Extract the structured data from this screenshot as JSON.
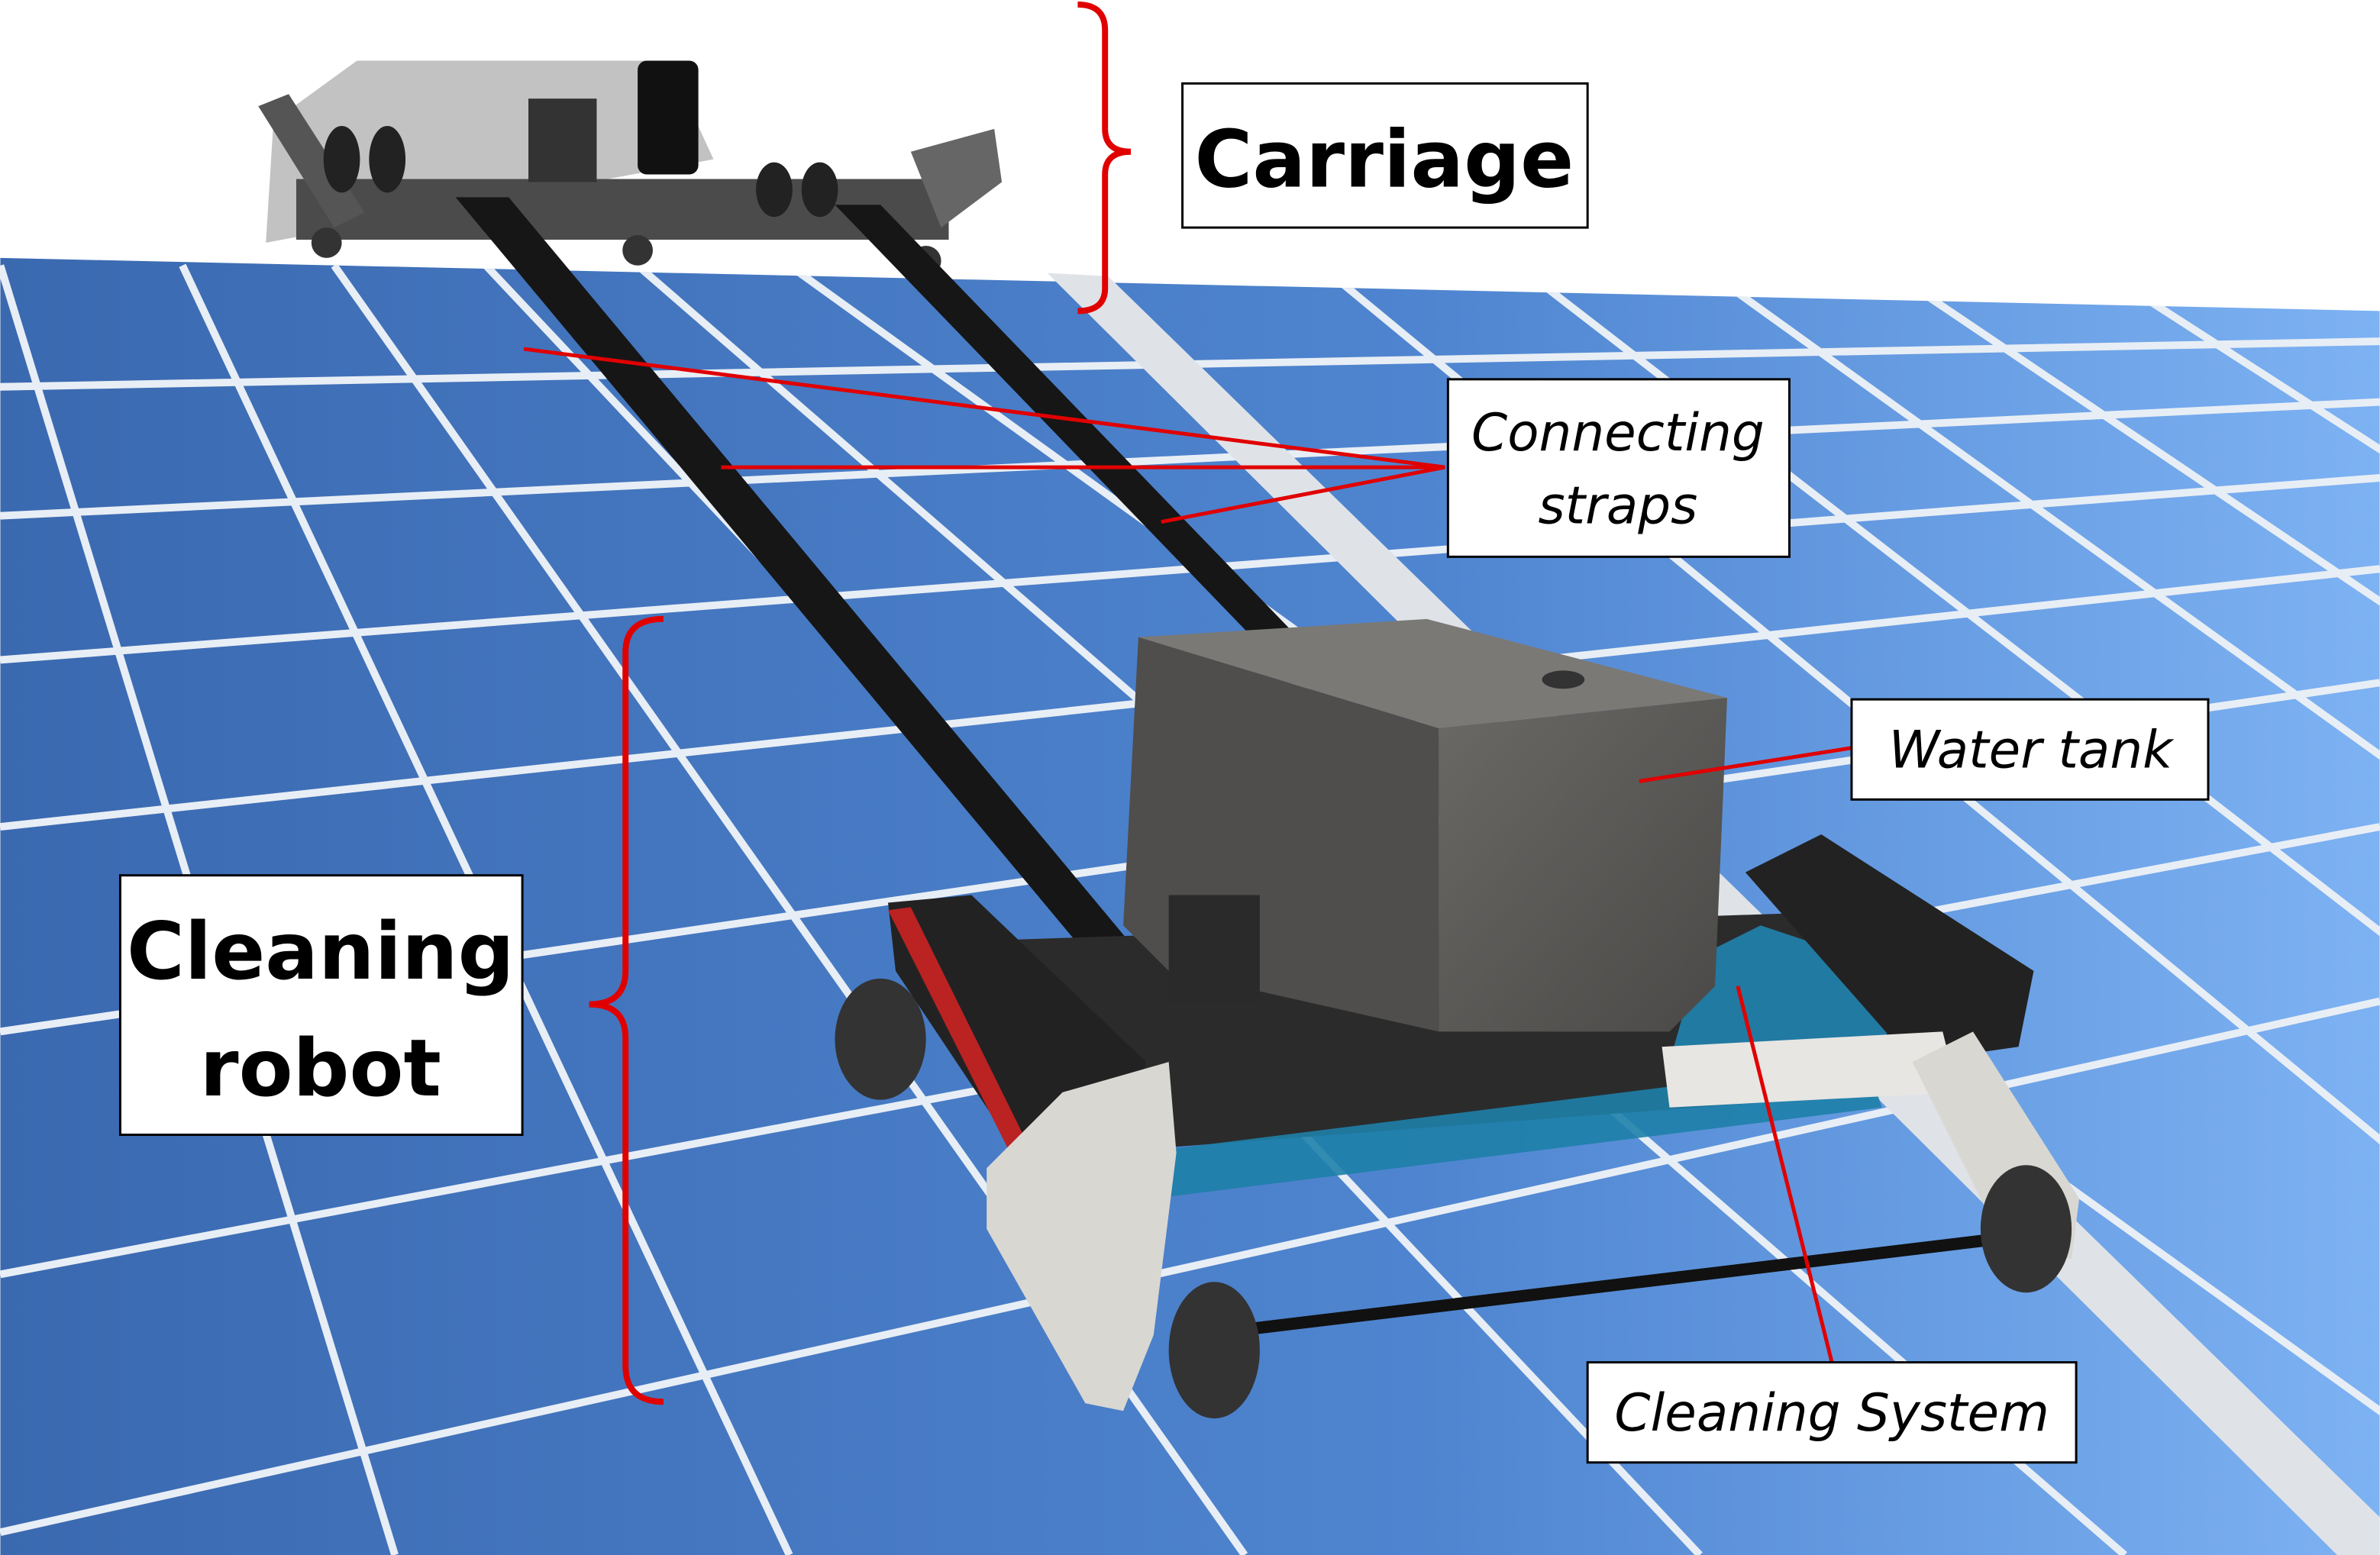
{
  "labels": {
    "carriage": "Carriage",
    "connecting_straps_line1": "Connecting",
    "connecting_straps_line2": "straps",
    "water_tank": "Water tank",
    "cleaning_robot_line1": "Cleaning",
    "cleaning_robot_line2": "robot",
    "cleaning_system": "Cleaning System"
  },
  "colors": {
    "callout": "#e00000",
    "panel_dark": "#3d6db3",
    "panel_light": "#7eb2f2",
    "robot_body": "#555452"
  }
}
